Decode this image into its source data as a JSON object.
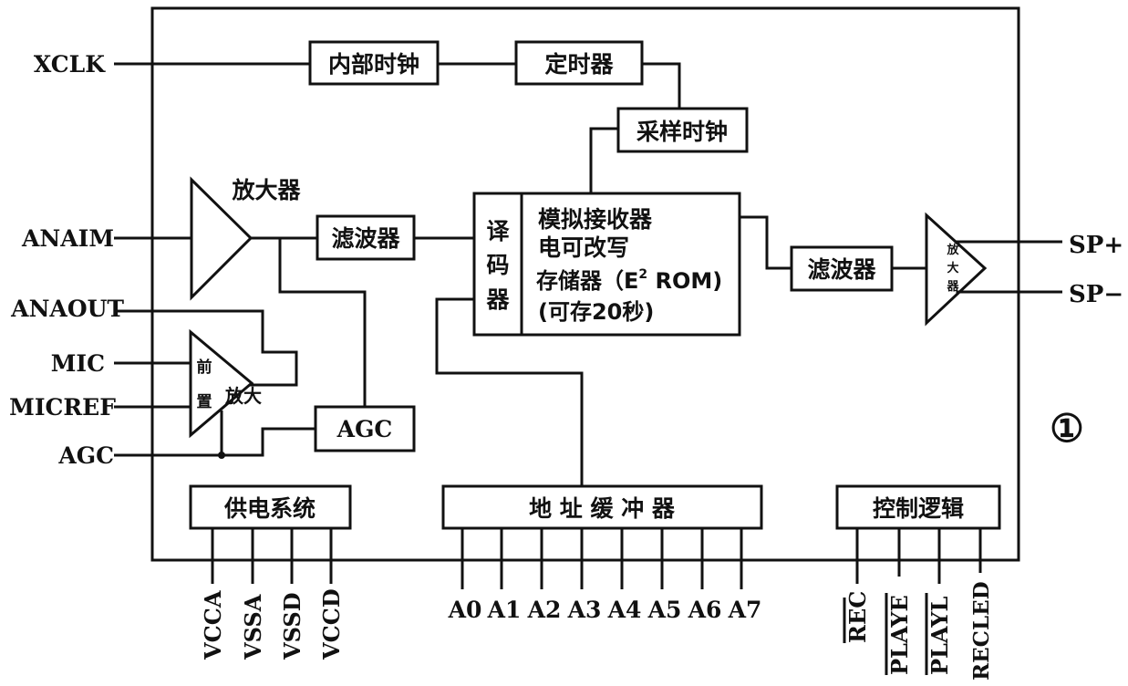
{
  "figure_number": "①",
  "blocks": {
    "internal_clock": "内部时钟",
    "timer": "定时器",
    "sample_clock": "采样时钟",
    "amplifier_label": "放大器",
    "filter_in": "滤波器",
    "decoder": [
      "译",
      "码",
      "器"
    ],
    "memory_line1": "模拟接收器",
    "memory_line2": "电可改写",
    "memory_line3_pre": "存储器（E",
    "memory_line3_sup": "2",
    "memory_line3_post": " ROM)",
    "memory_line4": "(可存20秒)",
    "filter_out": "滤波器",
    "out_amp": [
      "放",
      "大",
      "器"
    ],
    "preamp": [
      "前",
      "置",
      "放大"
    ],
    "agc_block": "AGC",
    "power_system": "供电系统",
    "address_buffer": "地 址 缓 冲 器",
    "control_logic": "控制逻辑"
  },
  "pins_left": {
    "xclk": "XCLK",
    "anain": "ANAIM",
    "anaout": "ANAOUT",
    "mic": "MIC",
    "micref": "MICREF",
    "agc": "AGC"
  },
  "pins_right": {
    "sp_plus": "SP+",
    "sp_minus": "SP−"
  },
  "pins_power": [
    "VCCA",
    "VSSA",
    "VSSD",
    "VCCD"
  ],
  "pins_address": [
    "A0",
    "A1",
    "A2",
    "A3",
    "A4",
    "A5",
    "A6",
    "A7"
  ],
  "pins_control": [
    "REC",
    "PLAYE",
    "PLAYL",
    "RECLED"
  ]
}
